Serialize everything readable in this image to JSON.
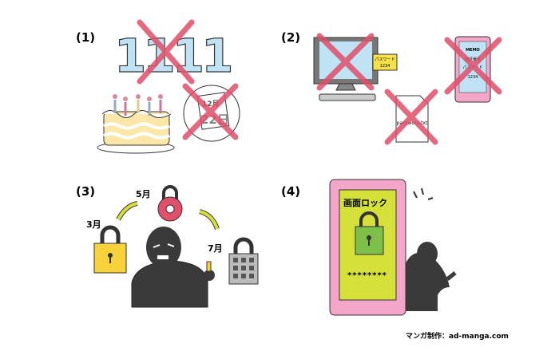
{
  "panels": [
    {
      "label": "(1)",
      "digits": "1111",
      "calendar_month": "12月",
      "calendar_day": "22日"
    },
    {
      "label": "(2)",
      "sticky_note": [
        "パスワード",
        "1234"
      ],
      "file_name": "password.txt",
      "phone_memo": [
        "MEMO",
        "暗証番号",
        "パスワード",
        "1234"
      ]
    },
    {
      "label": "(3)",
      "months": [
        "3月",
        "5月",
        "7月"
      ]
    },
    {
      "label": "(4)",
      "lock_screen_title": "画面ロック",
      "masked_password": "********"
    }
  ],
  "credit": "マンガ制作：ad-manga.com",
  "colors": {
    "cross": "#e0506a",
    "pink": "#f4a6c8",
    "screen": "#bfe3f5",
    "yellow": "#f7e04a",
    "lime": "#d6e03a",
    "green": "#7cc04a",
    "dark": "#3a3a3a"
  }
}
